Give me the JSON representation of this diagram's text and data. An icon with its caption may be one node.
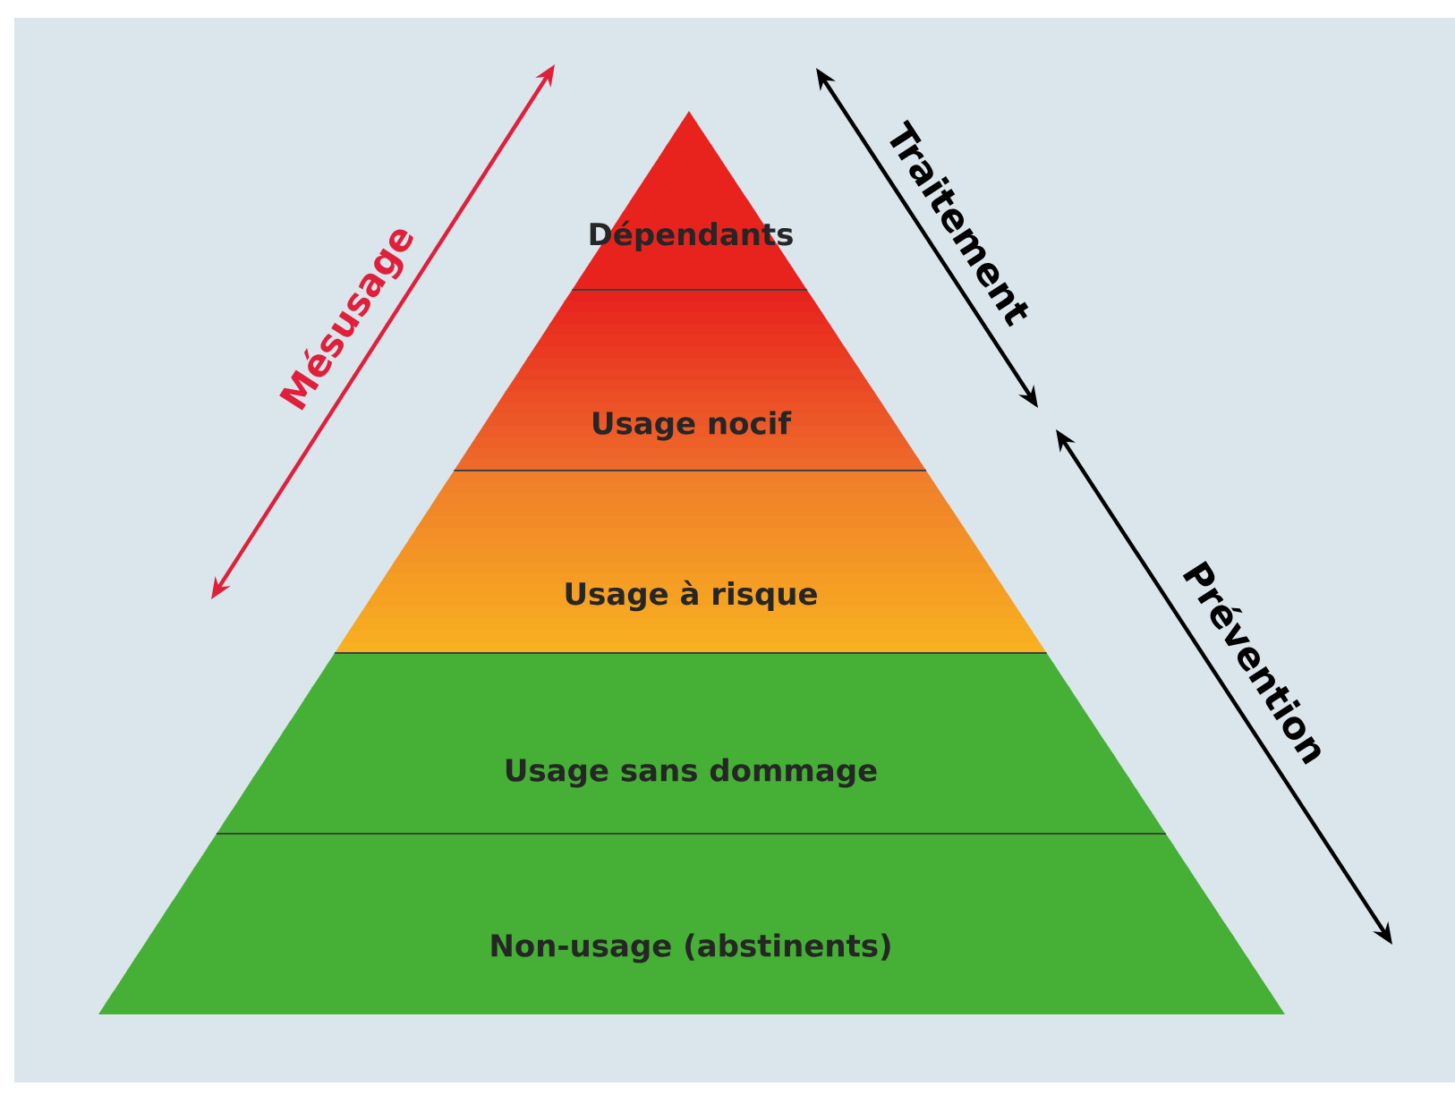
{
  "diagram": {
    "nodes": [
      {
        "text": [
          "Dépendants"
        ]
      },
      {
        "text": [
          "Usage nocif"
        ]
      },
      {
        "text": [
          "Usage à risque"
        ]
      },
      {
        "text": [
          "Usage sans dommage"
        ]
      },
      {
        "text": [
          "Non-usage (abstinents)"
        ]
      }
    ],
    "labels": [
      "Mésusage",
      "Traitement",
      "Prévention"
    ]
  }
}
